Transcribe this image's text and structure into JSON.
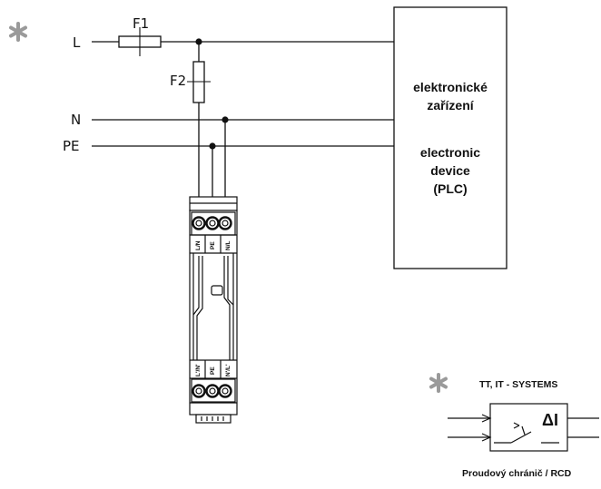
{
  "labels": {
    "l": "L",
    "n": "N",
    "pe": "PE",
    "f1": "F1",
    "f2": "F2"
  },
  "device_box": {
    "line1": "elektronické",
    "line2": "zařízení",
    "line3": "electronic",
    "line4": "device",
    "line5": "(PLC)"
  },
  "module": {
    "top_terminals": [
      "L/N",
      "PE",
      "N/L"
    ],
    "bottom_terminals": [
      "L'/N'",
      "PE",
      "N'/L'"
    ]
  },
  "rcd": {
    "systems_label": "TT, IT - SYSTEMS",
    "delta_label": "ΔI",
    "caption": "Proudový chránič / RCD"
  },
  "icons": [
    "asterisk-icon"
  ],
  "colors": {
    "line": "#111111",
    "asterisk": "#9a9a9a"
  }
}
